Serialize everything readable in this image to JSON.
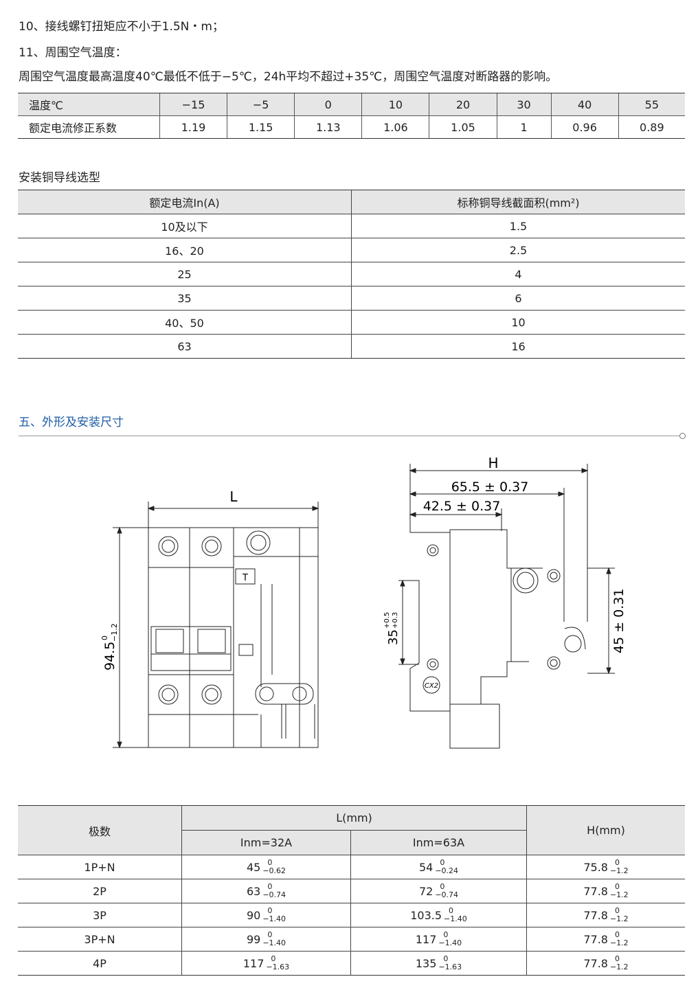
{
  "notes": {
    "line10": "10、接线螺钉扭矩应不小于1.5N・m；",
    "line11": "11、周围空气温度：",
    "line_ambient": "周围空气温度最高温度40℃最低不低于−5℃，24h平均不超过+35℃，周围空气温度对断路器的影响。"
  },
  "temp_table": {
    "row_labels": [
      "温度℃",
      "额定电流修正系数"
    ],
    "temperatures": [
      "−15",
      "−5",
      "0",
      "10",
      "20",
      "30",
      "40",
      "55"
    ],
    "factors": [
      "1.19",
      "1.15",
      "1.13",
      "1.06",
      "1.05",
      "1",
      "0.96",
      "0.89"
    ]
  },
  "wire_table": {
    "title": "安装铜导线选型",
    "headers": [
      "额定电流In(A)",
      "标称铜导线截面积(mm²)"
    ],
    "rows": [
      [
        "10及以下",
        "1.5"
      ],
      [
        "16、20",
        "2.5"
      ],
      [
        "25",
        "4"
      ],
      [
        "35",
        "6"
      ],
      [
        "40、50",
        "10"
      ],
      [
        "63",
        "16"
      ]
    ]
  },
  "section": {
    "title": "五、外形及安装尺寸"
  },
  "drawing": {
    "front_width_label": "L",
    "front_height_value": "94.5",
    "front_height_tol_upper": "0",
    "front_height_tol_lower": "−1.2",
    "button_label": "T",
    "side_total_label": "H",
    "side_dim1": "65.5 ± 0.37",
    "side_dim2": "42.5 ± 0.37",
    "side_rail_value": "35",
    "side_rail_tol_upper": "+0.5",
    "side_rail_tol_lower": "+0.3",
    "side_mount_height": "45 ± 0.31",
    "side_logo": "CX2"
  },
  "dim_table": {
    "headers": {
      "poles": "极数",
      "l_group": "L(mm)",
      "l_32": "Inm=32A",
      "l_63": "Inm=63A",
      "h": "H(mm)"
    },
    "rows": [
      {
        "poles": "1P+N",
        "l32": "45",
        "l32_up": "0",
        "l32_low": "−0.62",
        "l63": "54",
        "l63_up": "0",
        "l63_low": "−0.24",
        "h": "75.8",
        "h_up": "0",
        "h_low": "−1.2"
      },
      {
        "poles": "2P",
        "l32": "63",
        "l32_up": "0",
        "l32_low": "−0.74",
        "l63": "72",
        "l63_up": "0",
        "l63_low": "−0.74",
        "h": "77.8",
        "h_up": "0",
        "h_low": "−1.2"
      },
      {
        "poles": "3P",
        "l32": "90",
        "l32_up": "0",
        "l32_low": "−1.40",
        "l63": "103.5",
        "l63_up": "0",
        "l63_low": "−1.40",
        "h": "77.8",
        "h_up": "0",
        "h_low": "−1.2"
      },
      {
        "poles": "3P+N",
        "l32": "99",
        "l32_up": "0",
        "l32_low": "−1.40",
        "l63": "117",
        "l63_up": "0",
        "l63_low": "−1.40",
        "h": "77.8",
        "h_up": "0",
        "h_low": "−1.2"
      },
      {
        "poles": "4P",
        "l32": "117",
        "l32_up": "0",
        "l32_low": "−1.63",
        "l63": "135",
        "l63_up": "0",
        "l63_low": "−1.63",
        "h": "77.8",
        "h_up": "0",
        "h_low": "−1.2"
      }
    ]
  }
}
